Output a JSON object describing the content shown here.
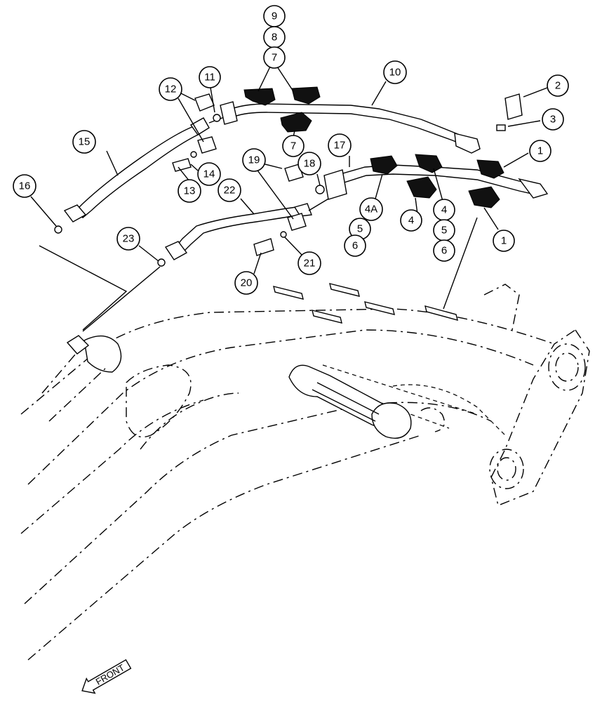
{
  "callouts": [
    {
      "id": "c9",
      "label": "9"
    },
    {
      "id": "c8",
      "label": "8"
    },
    {
      "id": "c7a",
      "label": "7"
    },
    {
      "id": "c10",
      "label": "10"
    },
    {
      "id": "c2",
      "label": "2"
    },
    {
      "id": "c3",
      "label": "3"
    },
    {
      "id": "c12",
      "label": "12"
    },
    {
      "id": "c11",
      "label": "11"
    },
    {
      "id": "c7b",
      "label": "7"
    },
    {
      "id": "c15",
      "label": "15"
    },
    {
      "id": "c17",
      "label": "17"
    },
    {
      "id": "c1a",
      "label": "1"
    },
    {
      "id": "c19",
      "label": "19"
    },
    {
      "id": "c18",
      "label": "18"
    },
    {
      "id": "c14",
      "label": "14"
    },
    {
      "id": "c13",
      "label": "13"
    },
    {
      "id": "c16",
      "label": "16"
    },
    {
      "id": "c22",
      "label": "22"
    },
    {
      "id": "c4A",
      "label": "4A"
    },
    {
      "id": "c4a",
      "label": "4"
    },
    {
      "id": "c4b",
      "label": "4"
    },
    {
      "id": "c5a",
      "label": "5"
    },
    {
      "id": "c5b",
      "label": "5"
    },
    {
      "id": "c6a",
      "label": "6"
    },
    {
      "id": "c6b",
      "label": "6"
    },
    {
      "id": "c1b",
      "label": "1"
    },
    {
      "id": "c23",
      "label": "23"
    },
    {
      "id": "c21",
      "label": "21"
    },
    {
      "id": "c20",
      "label": "20"
    }
  ],
  "direction_label": "FRONT",
  "colors": {
    "line": "#000000",
    "background": "#ffffff"
  }
}
